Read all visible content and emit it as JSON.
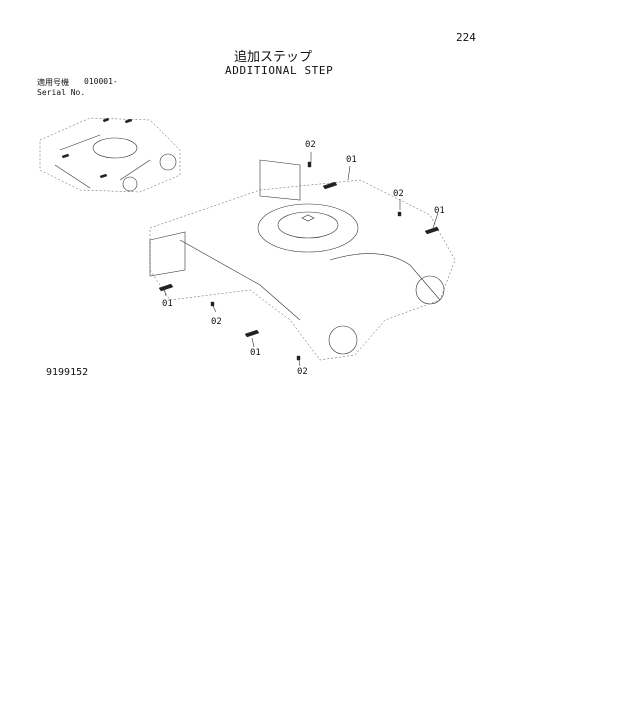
{
  "header": {
    "page_number": "224",
    "title_japanese": "追加ステップ",
    "title_english": "ADDITIONAL STEP"
  },
  "serial": {
    "label_japanese": "適用号機",
    "label_english": "Serial No.",
    "value": "010001-"
  },
  "callouts": [
    "02",
    "01",
    "02",
    "01",
    "01",
    "02",
    "01",
    "02"
  ],
  "drawing_number": "9199152"
}
